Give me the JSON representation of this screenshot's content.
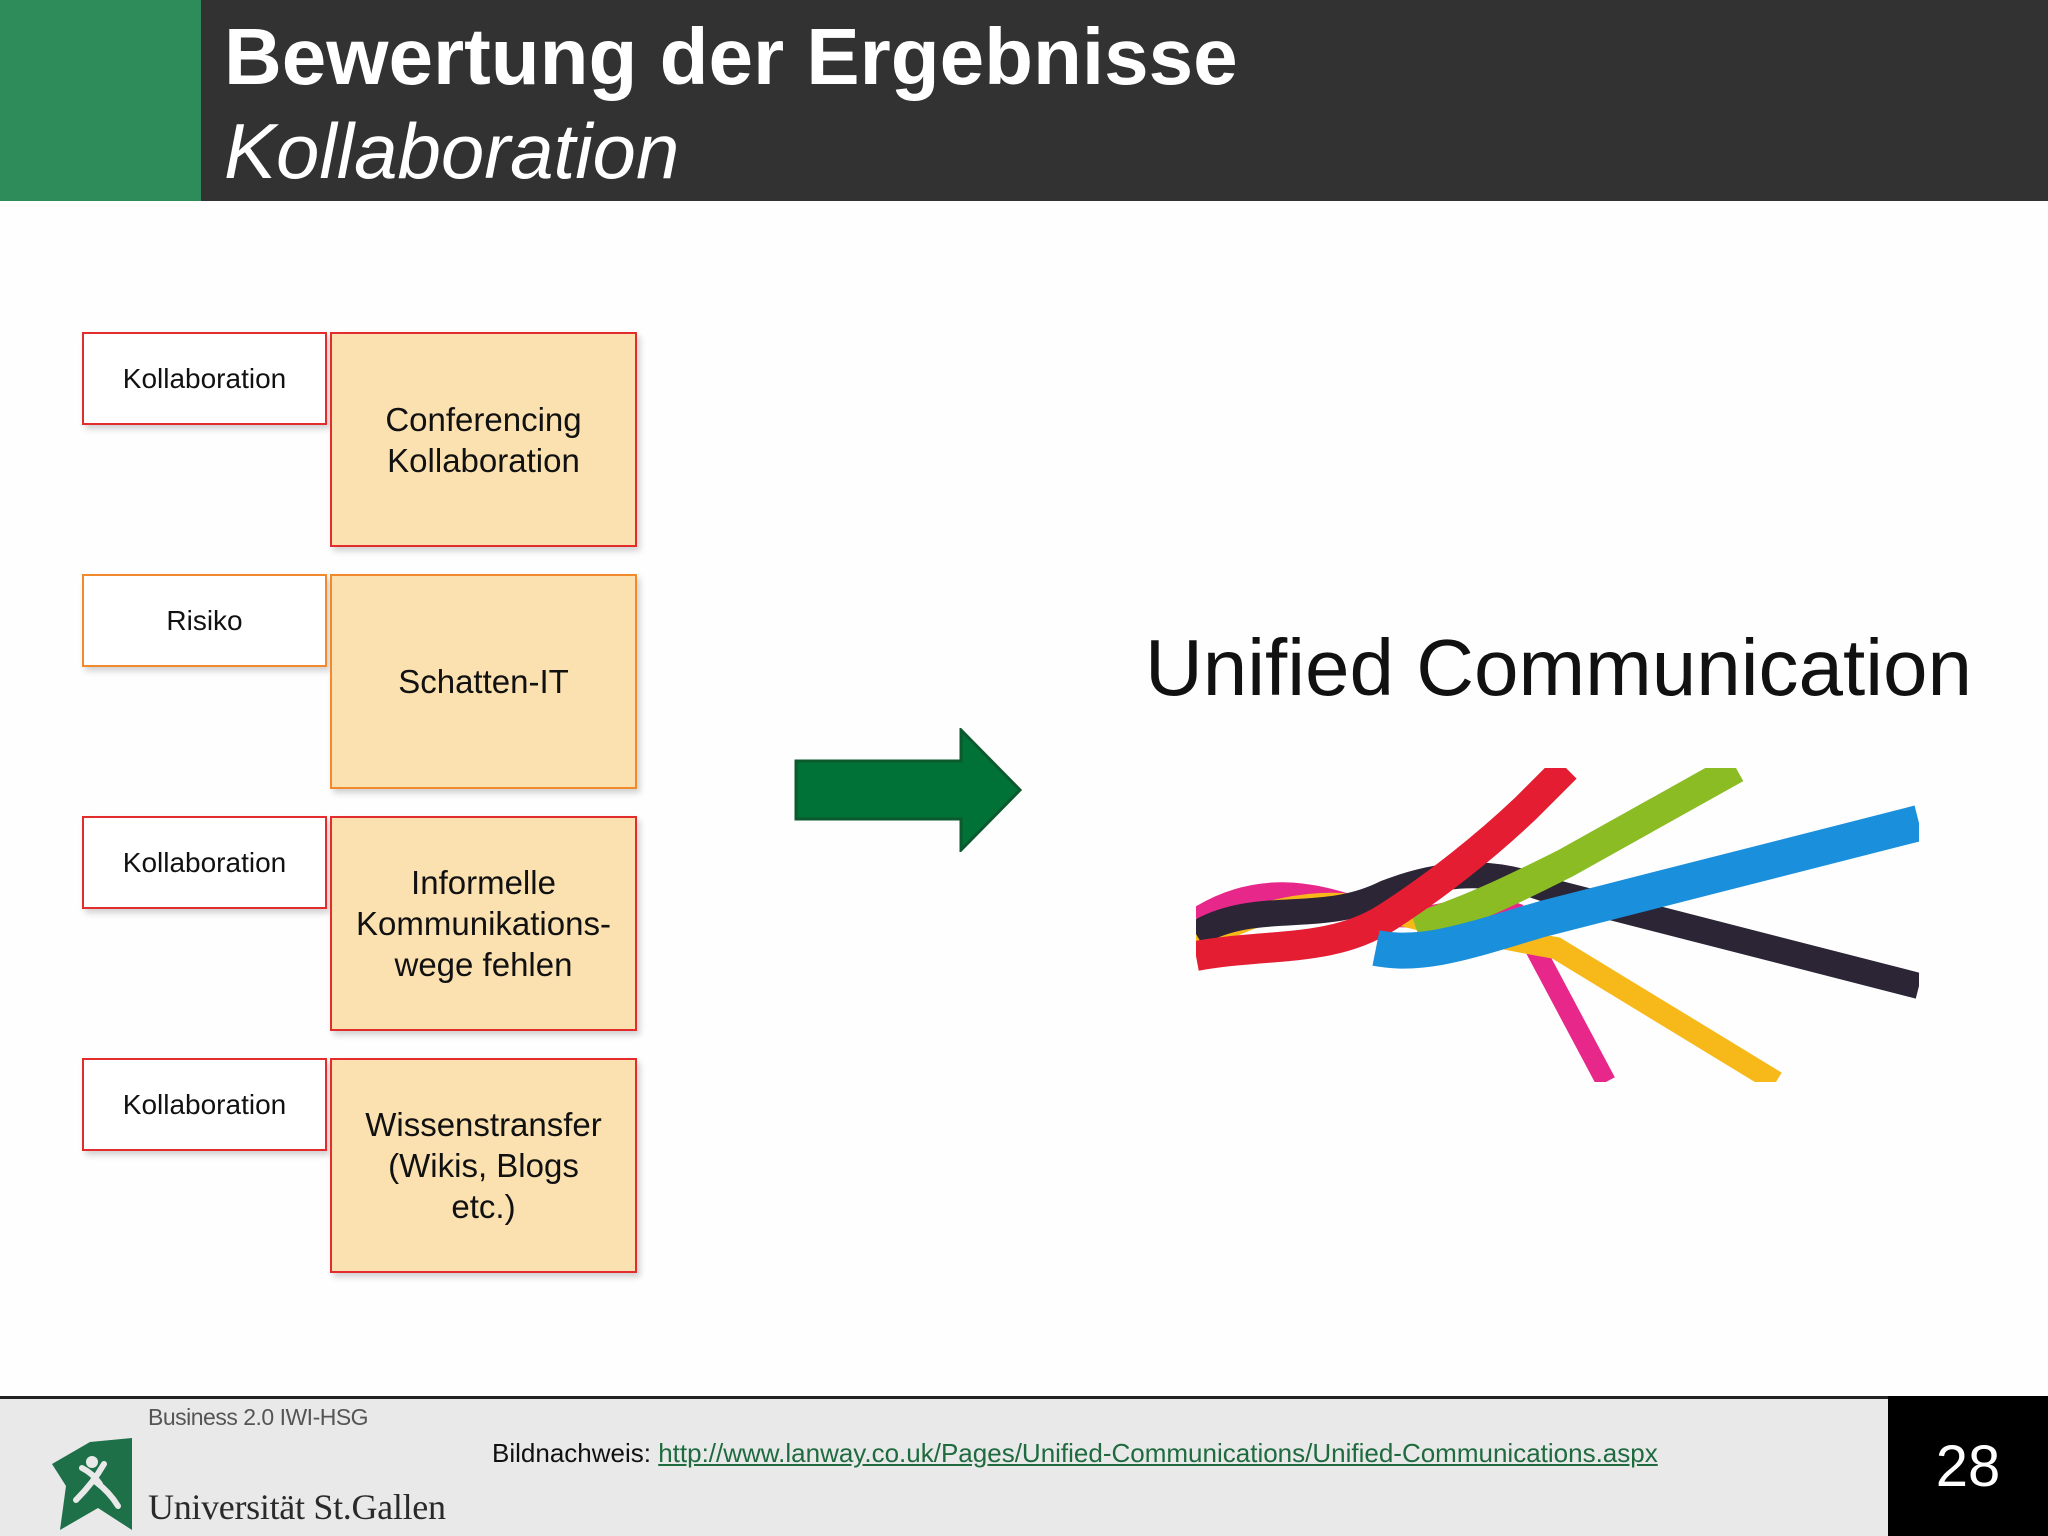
{
  "header": {
    "title": "Bewertung der Ergebnisse",
    "subtitle": "Kollaboration"
  },
  "rows": [
    {
      "tag": "Kollaboration",
      "tag_color": "#e32c2c",
      "card": "Conferencing\nKollaboration",
      "card_border": "#e32c2c"
    },
    {
      "tag": "Risiko",
      "tag_color": "#f08a2c",
      "card": "Schatten-IT",
      "card_border": "#f08a2c"
    },
    {
      "tag": "Kollaboration",
      "tag_color": "#e32c2c",
      "card": "Informelle\nKommunikations-\nwege fehlen",
      "card_border": "#e32c2c"
    },
    {
      "tag": "Kollaboration",
      "tag_color": "#e32c2c",
      "card": "Wissenstransfer\n(Wikis, Blogs\netc.)",
      "card_border": "#e32c2c"
    }
  ],
  "arrow": {
    "icon": "right-arrow-icon",
    "color": "#007238"
  },
  "result": {
    "heading": "Unified Communication",
    "image": "braided-ribbons-illustration",
    "ribbon_colors": [
      "#e8278a",
      "#f7b91a",
      "#2b2536",
      "#e41d33",
      "#8bbc24",
      "#1a8fdc"
    ]
  },
  "footer": {
    "brand_small": "Business 2.0 IWI-HSG",
    "university": "Universität St.Gallen",
    "logo_icon": "university-st-gallen-logo",
    "credit_label": "Bildnachweis:",
    "credit_url": "http://www.lanway.co.uk/Pages/Unified-Communications/Unified-Communications.aspx",
    "page_number": "28"
  },
  "colors": {
    "header_bg": "#323232",
    "accent_green": "#2e8c5b",
    "card_fill": "#fbe0b0"
  }
}
